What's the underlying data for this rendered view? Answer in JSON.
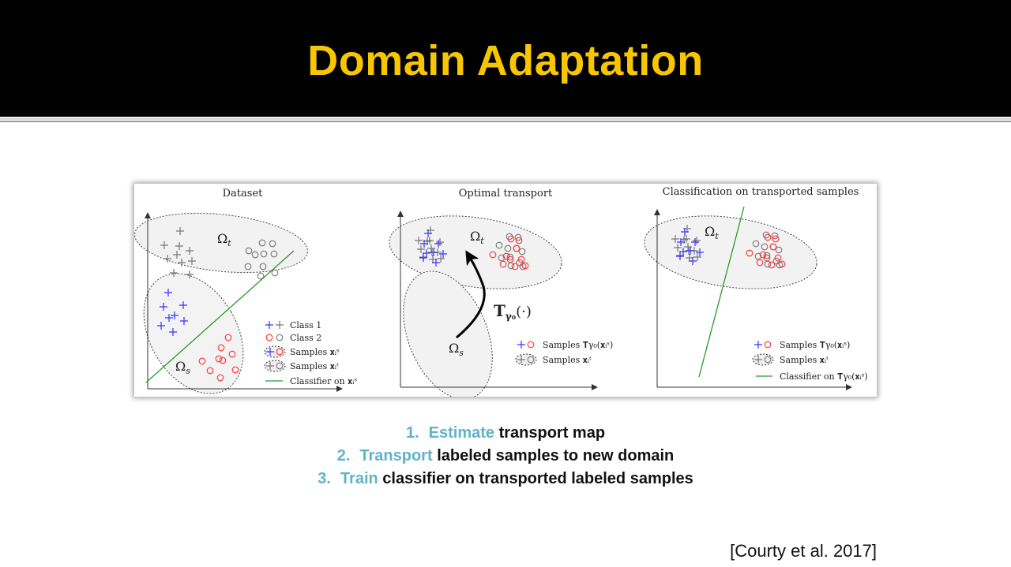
{
  "slide": {
    "title": "Domain Adaptation",
    "steps": [
      {
        "num": "1.",
        "keyword": "Estimate",
        "rest": " transport map"
      },
      {
        "num": "2.",
        "keyword": "Transport",
        "rest": " labeled samples to new domain"
      },
      {
        "num": "3.",
        "keyword": "Train",
        "rest": " classifier on transported labeled samples"
      }
    ],
    "citation": "[Courty et al. 2017]"
  },
  "figure": {
    "panels": [
      {
        "title": "Dataset",
        "omega_t": "Ω",
        "omega_t_sub": "t",
        "omega_s": "Ω",
        "omega_s_sub": "s",
        "legend": [
          "Class 1",
          "Class 2",
          "Samples 𝐱ᵢˢ",
          "Samples 𝐱ᵢᵗ",
          "Classifier on 𝐱ᵢˢ"
        ]
      },
      {
        "title": "Optimal transport",
        "omega_t": "Ω",
        "omega_t_sub": "t",
        "omega_s": "Ω",
        "omega_s_sub": "s",
        "map_label": "𝐓",
        "map_sub": "γ₀",
        "map_arg": "(·)",
        "legend": [
          "Samples 𝐓γ₀(𝐱ᵢˢ)",
          "Samples 𝐱ᵢᵗ"
        ]
      },
      {
        "title": "Classification on transported samples",
        "omega_t": "Ω",
        "omega_t_sub": "t",
        "legend": [
          "Samples 𝐓γ₀(𝐱ᵢˢ)",
          "Samples 𝐱ᵢᵗ",
          "Classifier on 𝐓γ₀(𝐱ᵢˢ)"
        ]
      }
    ],
    "colors": {
      "class1_source": "#3333ff",
      "class2_source": "#ff3333",
      "target": "#777777",
      "classifier": "#2a9a2a",
      "domain_fill": "#f2f2f2"
    }
  }
}
